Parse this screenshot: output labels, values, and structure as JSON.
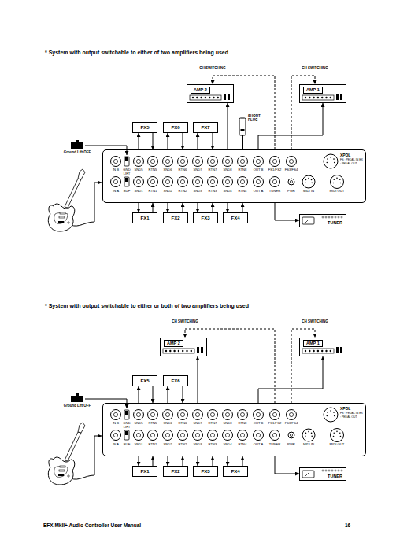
{
  "diagram": {
    "nodes": [
      {
        "text": [
          "AMP 2"
        ]
      },
      {
        "text": [
          "AMP 1"
        ]
      },
      {
        "text": [
          "FX5"
        ]
      },
      {
        "text": [
          "FX6"
        ]
      },
      {
        "text": [
          "FX7"
        ]
      },
      {
        "text": [
          "XPDL",
          "FS : PEDAL IN EX : PEDAL OUT"
        ]
      },
      {
        "text": [
          "FX1"
        ]
      },
      {
        "text": [
          "FX2"
        ]
      },
      {
        "text": [
          "FX3"
        ]
      },
      {
        "text": [
          "FX4"
        ]
      },
      {
        "text": [
          "TUNER"
        ]
      },
      {
        "text": [
          "AMP 2"
        ]
      },
      {
        "text": [
          "AMP 1"
        ]
      },
      {
        "text": [
          "FX5"
        ]
      },
      {
        "text": [
          "FX6"
        ]
      },
      {
        "text": [
          "XPDL",
          "FS : PEDAL IN EX : PEDAL OUT"
        ]
      },
      {
        "text": [
          "FX1"
        ]
      },
      {
        "text": [
          "FX2"
        ]
      },
      {
        "text": [
          "FX3"
        ]
      },
      {
        "text": [
          "FX4"
        ]
      },
      {
        "text": [
          "TUNER"
        ]
      }
    ],
    "edges": [
      {
        "from": 5,
        "to": 2,
        "arrow": "to"
      },
      {
        "from": 2,
        "to": 5,
        "arrow": "to"
      },
      {
        "from": 5,
        "to": 3,
        "arrow": "to"
      },
      {
        "from": 3,
        "to": 5,
        "arrow": "to"
      },
      {
        "from": 5,
        "to": 4,
        "arrow": "to"
      },
      {
        "from": 4,
        "to": 5,
        "arrow": "to"
      },
      {
        "from": 5,
        "to": 6,
        "arrow": "to"
      },
      {
        "from": 6,
        "to": 5,
        "arrow": "to"
      },
      {
        "from": 5,
        "to": 7,
        "arrow": "to"
      },
      {
        "from": 7,
        "to": 5,
        "arrow": "to"
      },
      {
        "from": 5,
        "to": 8,
        "arrow": "to"
      },
      {
        "from": 8,
        "to": 5,
        "arrow": "to"
      },
      {
        "from": 5,
        "to": 9,
        "arrow": "to"
      },
      {
        "from": 9,
        "to": 5,
        "arrow": "to"
      },
      {
        "from": 5,
        "to": 0,
        "arrow": "to"
      },
      {
        "from": 5,
        "to": 1,
        "arrow": "to"
      },
      {
        "from": 5,
        "to": 10,
        "arrow": "to"
      },
      {
        "from": 5,
        "to": 0,
        "arrow": "to"
      },
      {
        "from": 5,
        "to": 1,
        "arrow": "to"
      },
      {
        "from": 15,
        "to": 13,
        "arrow": "to"
      },
      {
        "from": 13,
        "to": 15,
        "arrow": "to"
      },
      {
        "from": 15,
        "to": 14,
        "arrow": "to"
      },
      {
        "from": 14,
        "to": 15,
        "arrow": "to"
      },
      {
        "from": 15,
        "to": 16,
        "arrow": "to"
      },
      {
        "from": 16,
        "to": 15,
        "arrow": "to"
      },
      {
        "from": 15,
        "to": 17,
        "arrow": "to"
      },
      {
        "from": 17,
        "to": 15,
        "arrow": "to"
      },
      {
        "from": 15,
        "to": 18,
        "arrow": "to"
      },
      {
        "from": 18,
        "to": 15,
        "arrow": "to"
      },
      {
        "from": 15,
        "to": 19,
        "arrow": "to"
      },
      {
        "from": 19,
        "to": 15,
        "arrow": "to"
      },
      {
        "from": 15,
        "to": 11,
        "arrow": "to"
      },
      {
        "from": 15,
        "to": 12,
        "arrow": "to"
      },
      {
        "from": 15,
        "to": 20,
        "arrow": "to"
      },
      {
        "from": 15,
        "to": 11,
        "arrow": "to"
      },
      {
        "from": 15,
        "to": 12,
        "arrow": "to"
      }
    ],
    "labels": [
      "* System with output switchable to either of two amplifiers being used",
      "CH SWITCHING",
      "CH SWITCHING",
      "SHORT PLUG",
      "Ground Lift OFF",
      "IN B",
      "GND LIFT",
      "SND5",
      "RTN5",
      "SND6",
      "RTN6",
      "SND7",
      "RTN7",
      "SND8",
      "RTN8",
      "OUT B",
      "FS1/FS2",
      "FS3/FS4",
      "IN A",
      "BUF",
      "SND1",
      "RTN1",
      "SND2",
      "RTN2",
      "SND3",
      "RTN3",
      "SND4",
      "RTN4",
      "OUT A",
      "TUNER",
      "PWR",
      "MIDI IN",
      "MIDI OUT",
      "* System with output switchable to either or both of two amplifiers being used",
      "CH SWITCHING",
      "CH SWITCHING",
      "Ground Lift OFF",
      "IN B",
      "GND LIFT",
      "SND5",
      "RTN5",
      "SND6",
      "RTN6",
      "SND7",
      "RTN7",
      "SND8",
      "RTN8",
      "OUT B",
      "FS1/FS2",
      "FS3/FS4",
      "IN A",
      "BUF",
      "SND1",
      "RTN1",
      "SND2",
      "RTN2",
      "SND3",
      "RTN3",
      "SND4",
      "RTN4",
      "OUT A",
      "TUNER",
      "PWR",
      "MIDI IN",
      "MIDI OUT",
      "EFX MkII+ Audio Controller User Manual",
      "16"
    ]
  }
}
